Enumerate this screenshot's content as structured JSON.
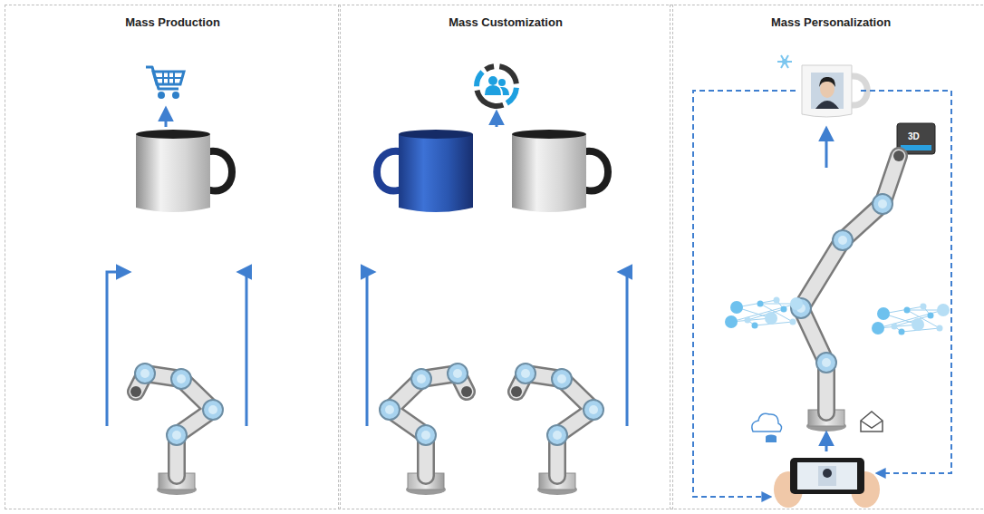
{
  "diagram": {
    "nodes": [
      {
        "text": [
          "Mass Production"
        ]
      },
      {
        "text": [
          "Mass Customization"
        ]
      },
      {
        "text": [
          "Mass Personalization"
        ]
      }
    ],
    "labels": [
      "3D"
    ]
  }
}
